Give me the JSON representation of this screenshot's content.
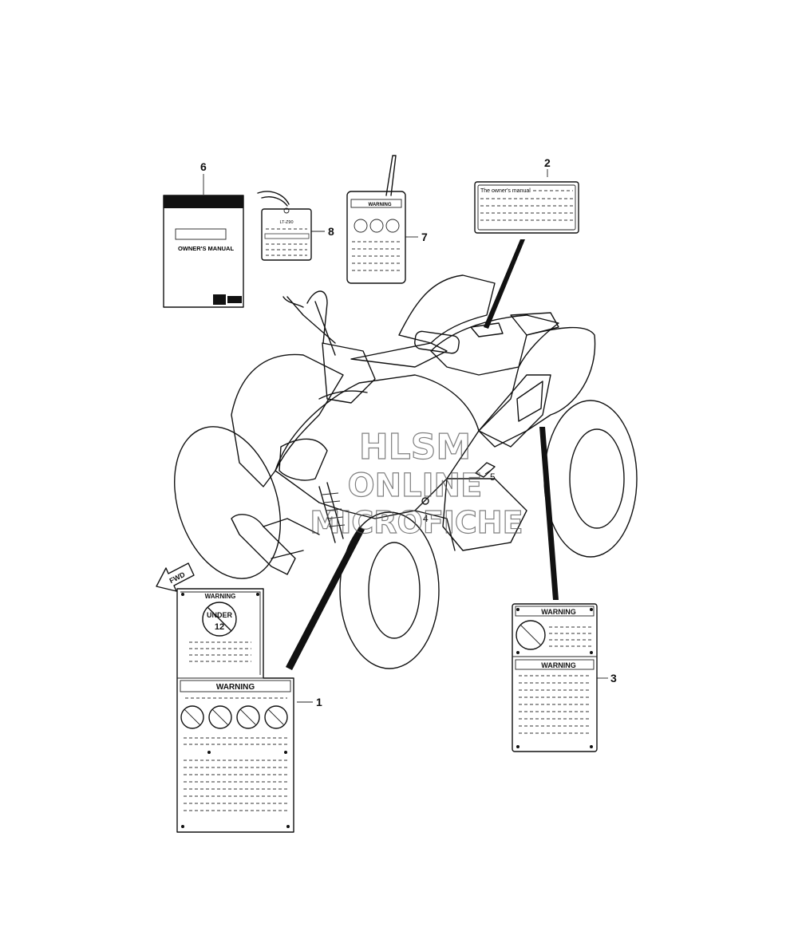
{
  "callouts": {
    "c1": "1",
    "c2": "2",
    "c3": "3",
    "c4": "4",
    "c5": "5",
    "c6": "6",
    "c7": "7",
    "c8": "8"
  },
  "labels": {
    "owners_manual_cover": "OWNER'S MANUAL",
    "manual_label_text": "The owner's manual",
    "warning_word": "WARNING",
    "under_word": "UNDER",
    "under_age": "12",
    "tag_top_text": "LT-Z90",
    "fwd_arrow": "FWD"
  },
  "watermark": {
    "line1": "HLSM",
    "line2": "ONLINE",
    "line3": "MICROFICHE"
  }
}
